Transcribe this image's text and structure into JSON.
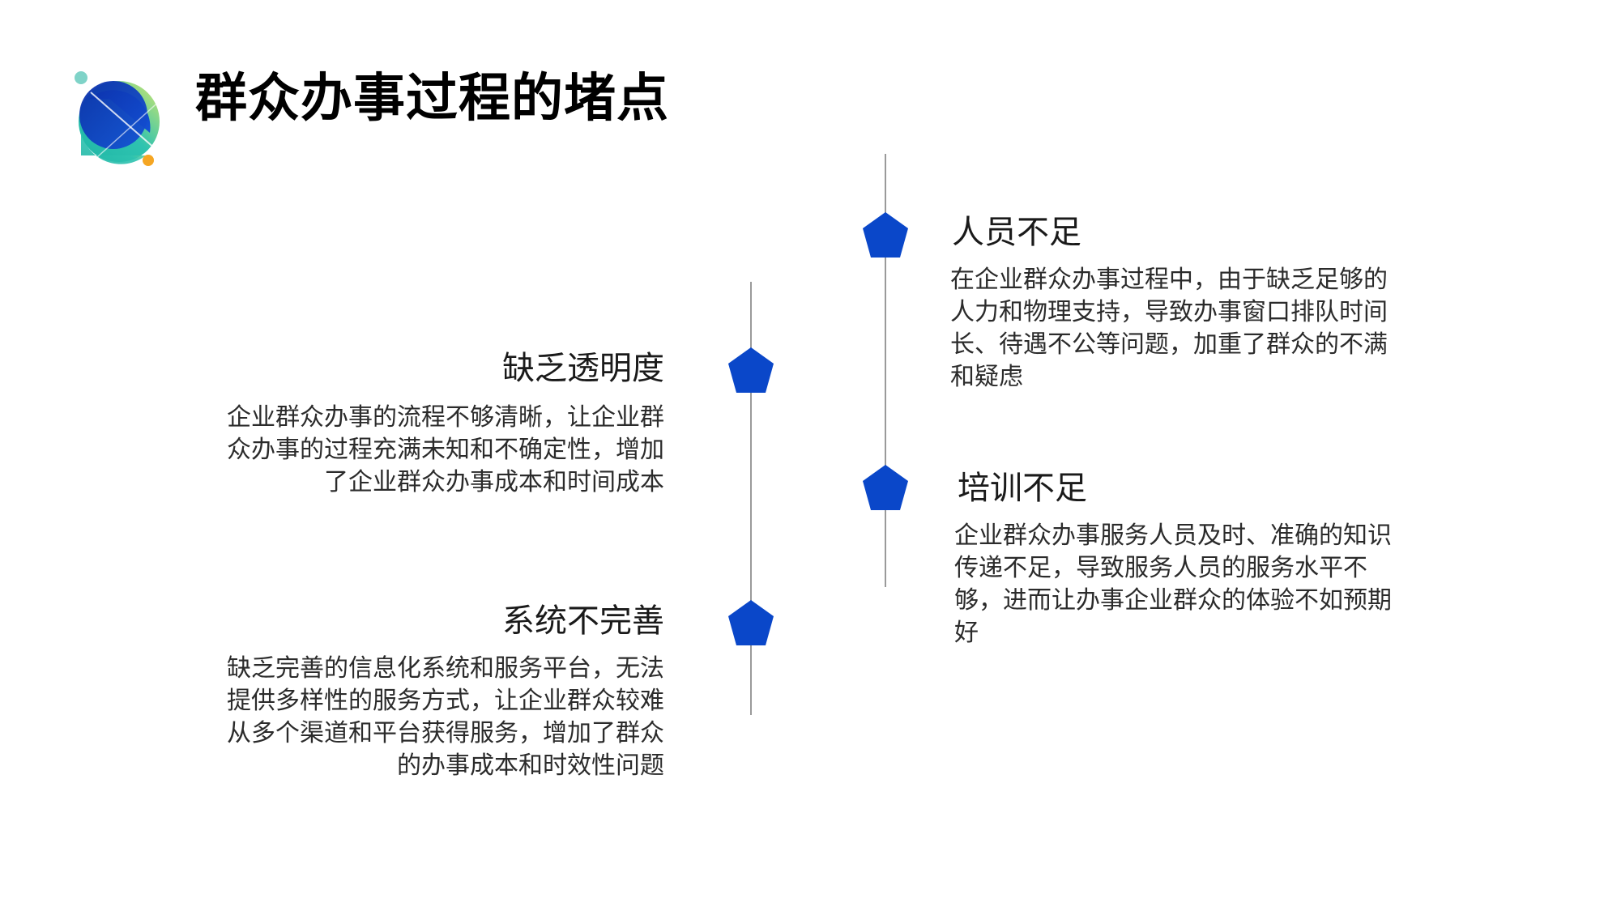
{
  "page": {
    "title": "群众办事过程的堵点"
  },
  "colors": {
    "marker": "#0a47c9",
    "line": "#9a9a9a",
    "title": "#000000"
  },
  "items": [
    {
      "title": "人员不足",
      "body": "在企业群众办事过程中，由于缺乏足够的人力和物理支持，导致办事窗口排队时间长、待遇不公等问题，加重了群众的不满和疑虑"
    },
    {
      "title": "缺乏透明度",
      "body": "企业群众办事的流程不够清晰，让企业群众办事的过程充满未知和不确定性，增加了企业群众办事成本和时间成本"
    },
    {
      "title": "培训不足",
      "body": "企业群众办事服务人员及时、准确的知识传递不足，导致服务人员的服务水平不够，进而让办事企业群众的体验不如预期好"
    },
    {
      "title": "系统不完善",
      "body": "缺乏完善的信息化系统和服务平台，无法提供多样性的服务方式，让企业群众较难从多个渠道和平台获得服务，增加了群众的办事成本和时效性问题"
    }
  ]
}
